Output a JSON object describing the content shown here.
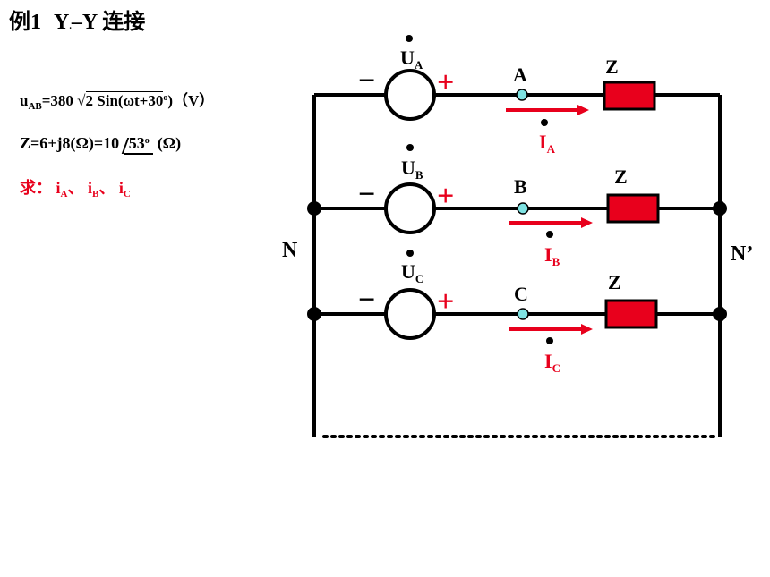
{
  "title": {
    "prefix": "例1",
    "y1": "Y",
    "dash_y": "–Y",
    "suffix": "连接",
    "sub_mark": "."
  },
  "given": {
    "u_ab": {
      "symbol": "u",
      "sub": "AB",
      "eq": "=380 √",
      "radicand": "2 Sin(ωt+30",
      "deg": "o",
      "close": ")",
      "unit": "（V）"
    },
    "z": {
      "prefix": "Z=6+j8(Ω)=10",
      "angle": "53",
      "deg": "o",
      "unit": "(Ω)"
    },
    "ask": {
      "label": "求：",
      "i1": "i",
      "s1": "A",
      "sep1": "、",
      "i2": "i",
      "s2": "B",
      "sep2": "、",
      "i3": "i",
      "s3": "C"
    }
  },
  "diagram": {
    "colors": {
      "wire": "#000000",
      "accent": "#e8001c",
      "impedance": "#e8001c",
      "node_open": "#7fe3e3"
    },
    "phases": [
      {
        "source": "U",
        "source_sub": "A",
        "node": "A",
        "current": "I",
        "current_sub": "A",
        "impedance": "Z"
      },
      {
        "source": "U",
        "source_sub": "B",
        "node": "B",
        "current": "I",
        "current_sub": "B",
        "impedance": "Z"
      },
      {
        "source": "U",
        "source_sub": "C",
        "node": "C",
        "current": "I",
        "current_sub": "C",
        "impedance": "Z"
      }
    ],
    "neutral_left": "N",
    "neutral_right": "N’",
    "minus": "−",
    "plus": "+"
  }
}
